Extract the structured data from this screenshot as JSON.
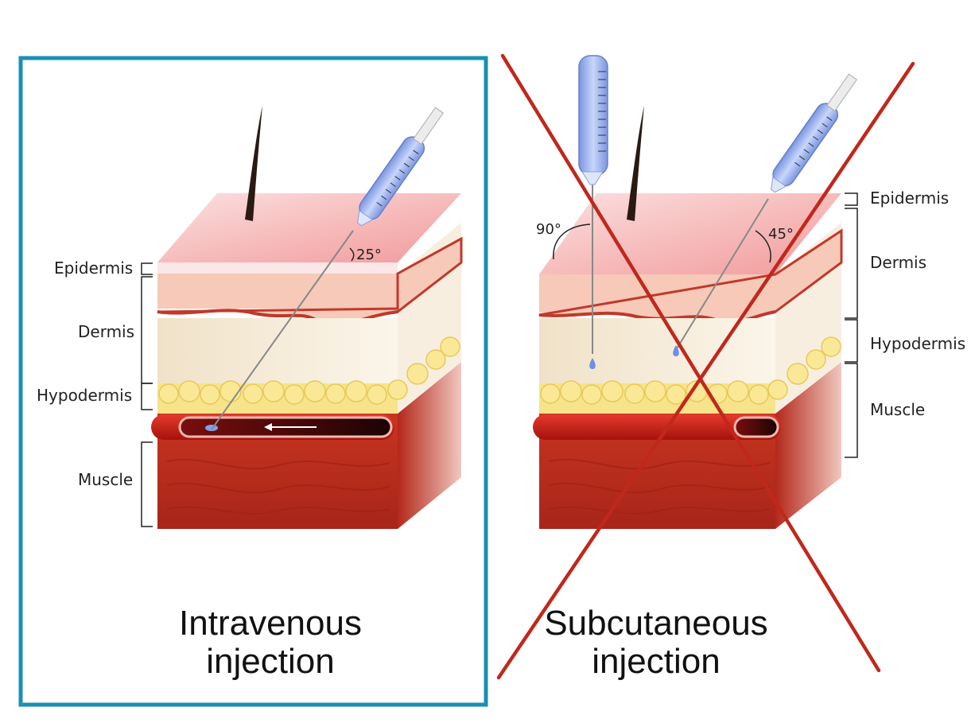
{
  "left_panel": {
    "title_line1": "Intravenous",
    "title_line2": "injection",
    "angle": "25°",
    "frame_color": "#1a8fb4",
    "labels": {
      "epidermis": "Epidermis",
      "dermis": "Dermis",
      "hypodermis": "Hypodermis",
      "muscle": "Muscle"
    }
  },
  "right_panel": {
    "title_line1": "Subcutaneous",
    "title_line2": "injection",
    "angle_vertical": "90°",
    "angle_oblique": "45°",
    "cross_color": "#c0281c",
    "labels": {
      "epidermis": "Epidermis",
      "dermis": "Dermis",
      "hypodermis": "Hypodermis",
      "muscle": "Muscle"
    }
  },
  "colors": {
    "skin_top": "#f6b8b8",
    "epidermis": "#f9d2c4",
    "dermis": "#f5ead6",
    "fat": "#f7e38a",
    "muscle": "#c7321f",
    "vein": "#d61e16",
    "syringe": "#8fa8e8"
  }
}
